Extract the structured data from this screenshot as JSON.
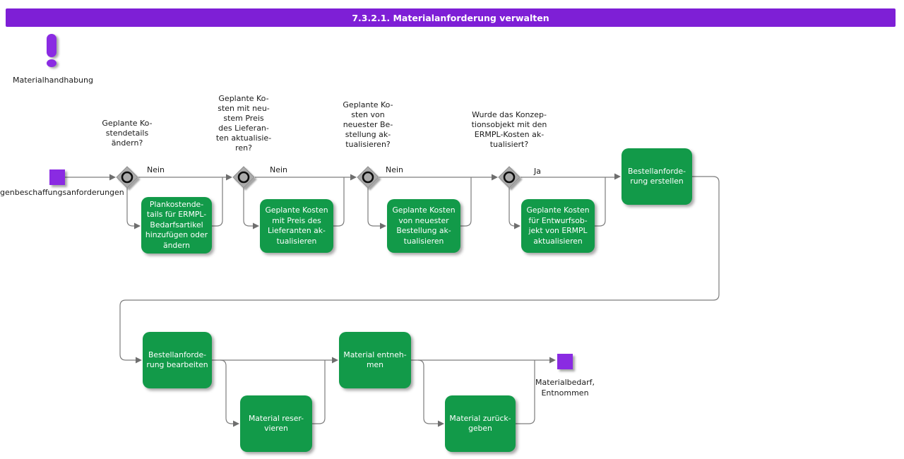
{
  "header": {
    "title": "7.3.2.1. Materialanforderung verwalten"
  },
  "colors": {
    "header_bar": "#7E1FD6",
    "node_purple": "#8A2BE2",
    "activity_green": "#129A49",
    "connector_gray": "#7D7D7D"
  },
  "annotation": {
    "icon": "exclamation-icon",
    "label": "Materialhandhabung"
  },
  "flow": {
    "start_label": "genbeschaffungsanforderungen",
    "end_label": "Materialbedarf,\nEntnommen",
    "decisions": [
      {
        "question": "Geplante Ko-\nstendetails\nändern?",
        "edge_label": "Nein"
      },
      {
        "question": "Geplante Ko-\nsten mit neu-\nstem Preis\ndes Lieferan-\nten aktualisie-\nren?",
        "edge_label": "Nein"
      },
      {
        "question": "Geplante Ko-\nsten von\nneuester Be-\nstellung ak-\ntualisieren?",
        "edge_label": "Nein"
      },
      {
        "question": "Wurde das Konzep-\ntionsobjekt mit den\nERMPL-Kosten ak-\ntualisiert?",
        "edge_label": "Ja"
      }
    ],
    "activities": [
      {
        "label": "Plankostende-\ntails für ERMPL-\nBedarfsartikel\nhinzufügen oder\nändern"
      },
      {
        "label": "Geplante Kosten\nmit Preis des\nLieferanten ak-\ntualisieren"
      },
      {
        "label": "Geplante Kosten\nvon neuester\nBestellung ak-\ntualisieren"
      },
      {
        "label": "Geplante Kosten\nfür Entwurfsob-\njekt von ERMPL\naktualisieren"
      },
      {
        "label": "Bestellanforde-\nrung erstellen"
      },
      {
        "label": "Bestellanforde-\nrung bearbeiten"
      },
      {
        "label": "Material reser-\nvieren"
      },
      {
        "label": "Material entneh-\nmen"
      },
      {
        "label": "Material zurück-\ngeben"
      }
    ]
  }
}
